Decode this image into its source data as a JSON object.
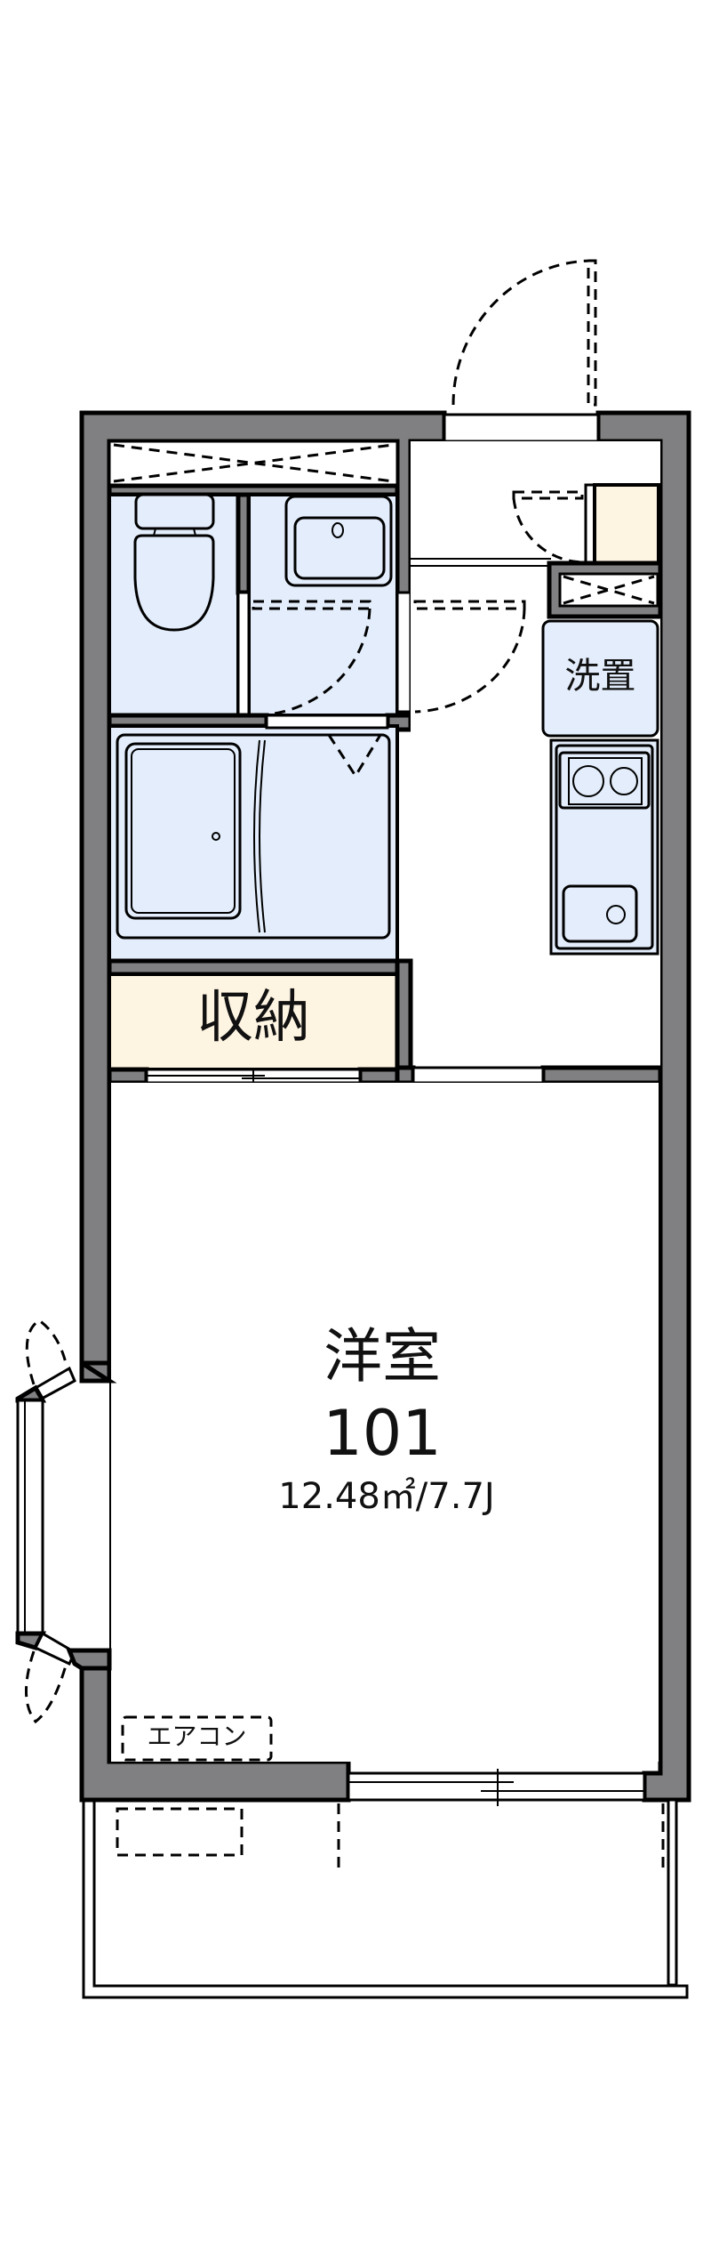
{
  "plan": {
    "unit_number": "101",
    "rooms": {
      "main_room": {
        "label": "洋室",
        "number": "101",
        "area": "12.48㎡/7.7J"
      },
      "storage": {
        "label": "収納"
      },
      "washer": {
        "label": "洗置"
      },
      "aircon": {
        "label": "エアコン"
      }
    },
    "colors": {
      "wall": "#808082",
      "wet_area": "#e3edfb",
      "storage": "#fef4e2",
      "outline": "#000000",
      "background": "#ffffff"
    }
  }
}
